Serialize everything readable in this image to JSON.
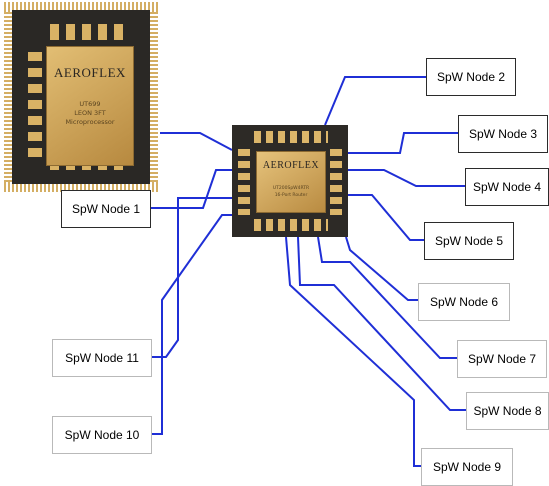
{
  "processor": {
    "logo": "AEROFLEX",
    "line1": "UT699",
    "line2": "LEON 3FT",
    "line3": "Microprocessor"
  },
  "router": {
    "logo": "AEROFLEX",
    "line1": "UT200SpW4RTR",
    "line2": "16-Port Router"
  },
  "nodes": [
    "SpW Node 1",
    "SpW Node 2",
    "SpW Node 3",
    "SpW Node 4",
    "SpW Node 5",
    "SpW Node 6",
    "SpW Node 7",
    "SpW Node 8",
    "SpW Node 9",
    "SpW Node 10",
    "SpW Node 11"
  ],
  "colors": {
    "wire": "#1f2fd6",
    "pin_gold": "#d4ae63",
    "package": "#2a2825"
  }
}
